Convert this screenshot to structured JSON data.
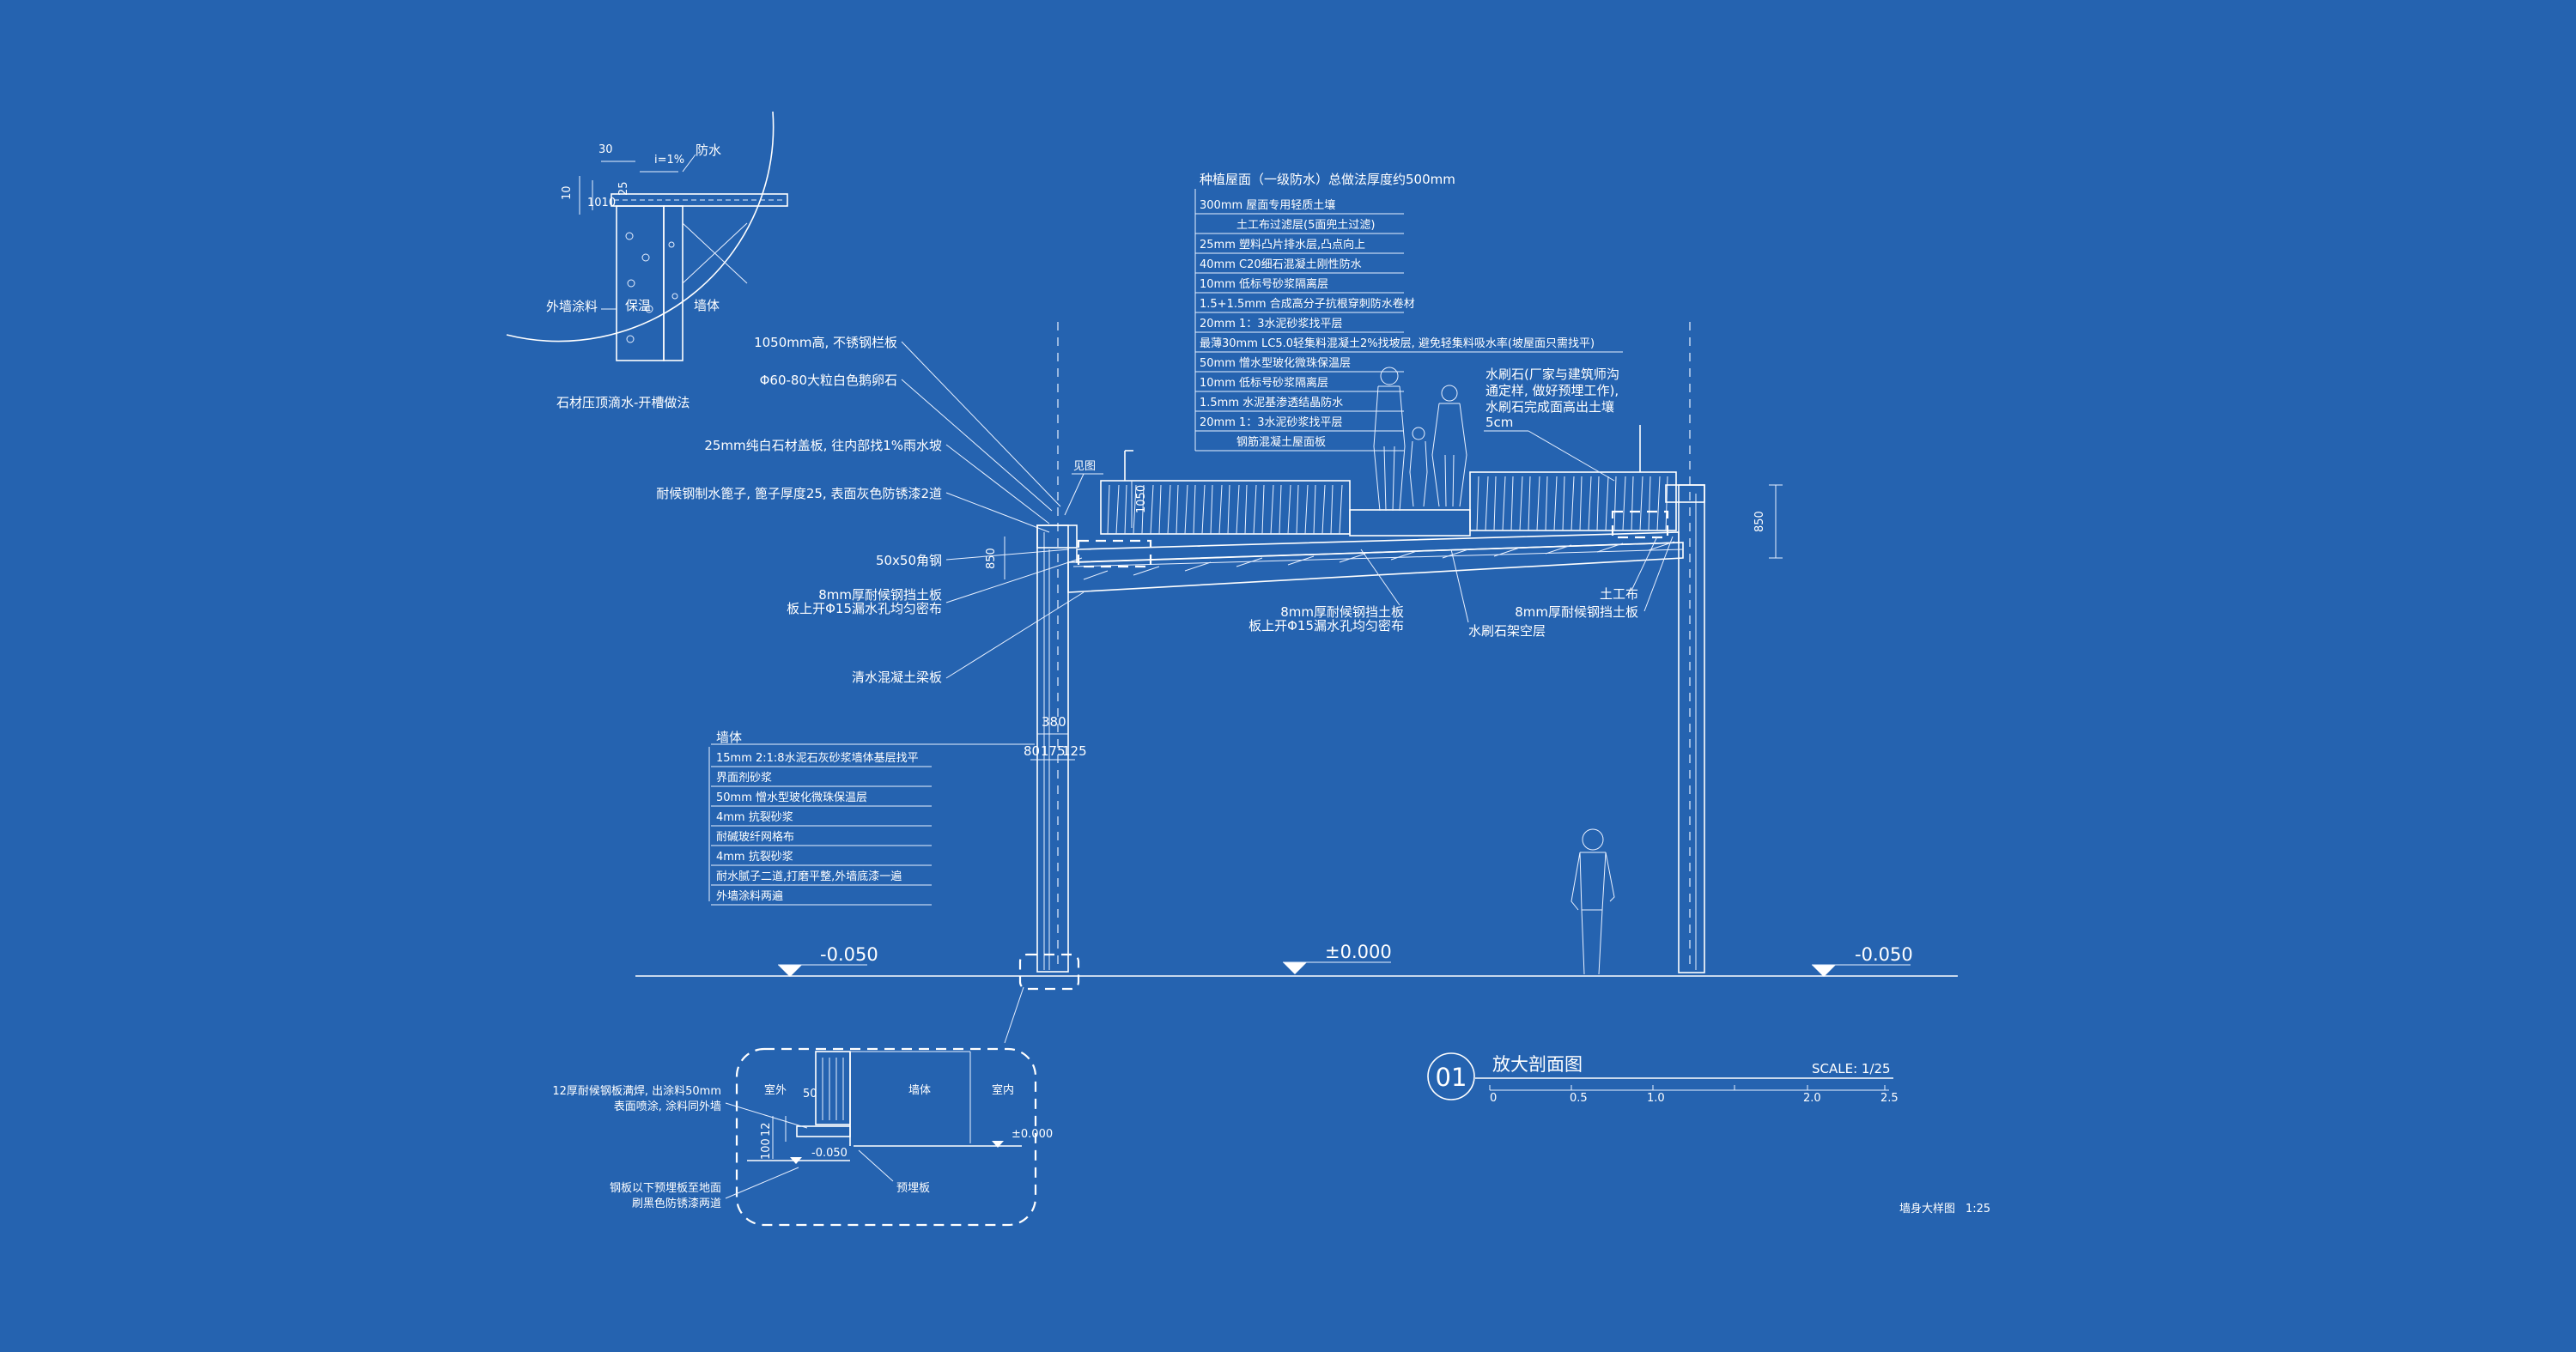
{
  "roof_spec": {
    "title": "种植屋面（一级防水）总做法厚度约500mm",
    "layers": [
      "300mm  屋面专用轻质土壤",
      "土工布过滤层(5面兜土过滤)",
      "25mm  塑料凸片排水层,凸点向上",
      "40mm  C20细石混凝土刚性防水",
      "10mm  低标号砂浆隔离层",
      "1.5+1.5mm 合成高分子抗根穿刺防水卷材",
      "20mm  1：3水泥砂浆找平层",
      "最薄30mm LC5.0轻集料混凝土2%找坡层, 避免轻集料吸水率(坡屋面只需找平)",
      "50mm  憎水型玻化微珠保温层",
      "10mm  低标号砂浆隔离层",
      "1.5mm 水泥基渗透结晶防水",
      "20mm  1：3水泥砂浆找平层",
      "钢筋混凝土屋面板"
    ]
  },
  "detail_top": {
    "dims": [
      "30",
      "i=1%",
      "10",
      "25",
      "1010"
    ],
    "labels": {
      "waterproof": "防水",
      "exterior_paint": "外墙涂料",
      "insulation": "保温",
      "wall": "墙体",
      "caption": "石材压顶滴水-开槽做法"
    }
  },
  "left_labels": [
    "1050mm高, 不锈钢栏板",
    "Φ60-80大粒白色鹅卵石",
    "25mm纯白石材盖板, 往内部找1%雨水坡",
    "耐候钢制水篦子, 篦子厚度25, 表面灰色防锈漆2道",
    "50x50角钢",
    "8mm厚耐候钢挡土板",
    "板上开Φ15漏水孔均匀密布",
    "清水混凝土梁板"
  ],
  "section_labels": {
    "see_fig": "见图",
    "dim_1050": "1050",
    "dim_850_left": "850",
    "dim_850_right": "850",
    "bottom_steel_1": "8mm厚耐候钢挡土板",
    "bottom_steel_2": "板上开Φ15漏水孔均匀密布",
    "gravel_layer": "水刷石架空层",
    "geotextile": "土工布",
    "right_steel": "8mm厚耐候钢挡土板",
    "right_note": [
      "水刷石(厂家与建筑师沟",
      "通定样, 做好预埋工作),",
      "水刷石完成面高出土壤",
      "5cm"
    ]
  },
  "wall_dims": [
    "380",
    "80",
    "175",
    "125"
  ],
  "wall_spec": {
    "title": "墙体",
    "layers": [
      "15mm  2:1:8水泥石灰砂浆墙体基层找平",
      "界面剂砂浆",
      "50mm  憎水型玻化微珠保温层",
      "4mm  抗裂砂浆",
      "耐碱玻纤网格布",
      "4mm  抗裂砂浆",
      "耐水腻子二道,打磨平整,外墙底漆一遍",
      "外墙涂料两遍"
    ]
  },
  "levels": [
    "-0.050",
    "±0.000",
    "-0.050"
  ],
  "base_detail": {
    "outside": "室外",
    "wall": "墙体",
    "inside": "室内",
    "level_in": "±0.000",
    "level_out": "-0.050",
    "dim_50": "50",
    "dim_12": "12",
    "dim_100": "100",
    "embed_plate": "预埋板",
    "note_top": [
      "12厚耐候钢板满焊, 出涂料50mm",
      "表面喷涂, 涂料同外墙"
    ],
    "note_bottom": [
      "钢板以下预埋板至地面",
      "刷黑色防锈漆两道"
    ]
  },
  "title_block": {
    "number": "01",
    "title": "放大剖面图",
    "scale": "SCALE: 1/25",
    "scale_ticks": [
      "0",
      "0.5",
      "1.0",
      "",
      "2.0",
      "2.5"
    ]
  },
  "footer": {
    "label": "墙身大样图",
    "scale": "1:25"
  }
}
